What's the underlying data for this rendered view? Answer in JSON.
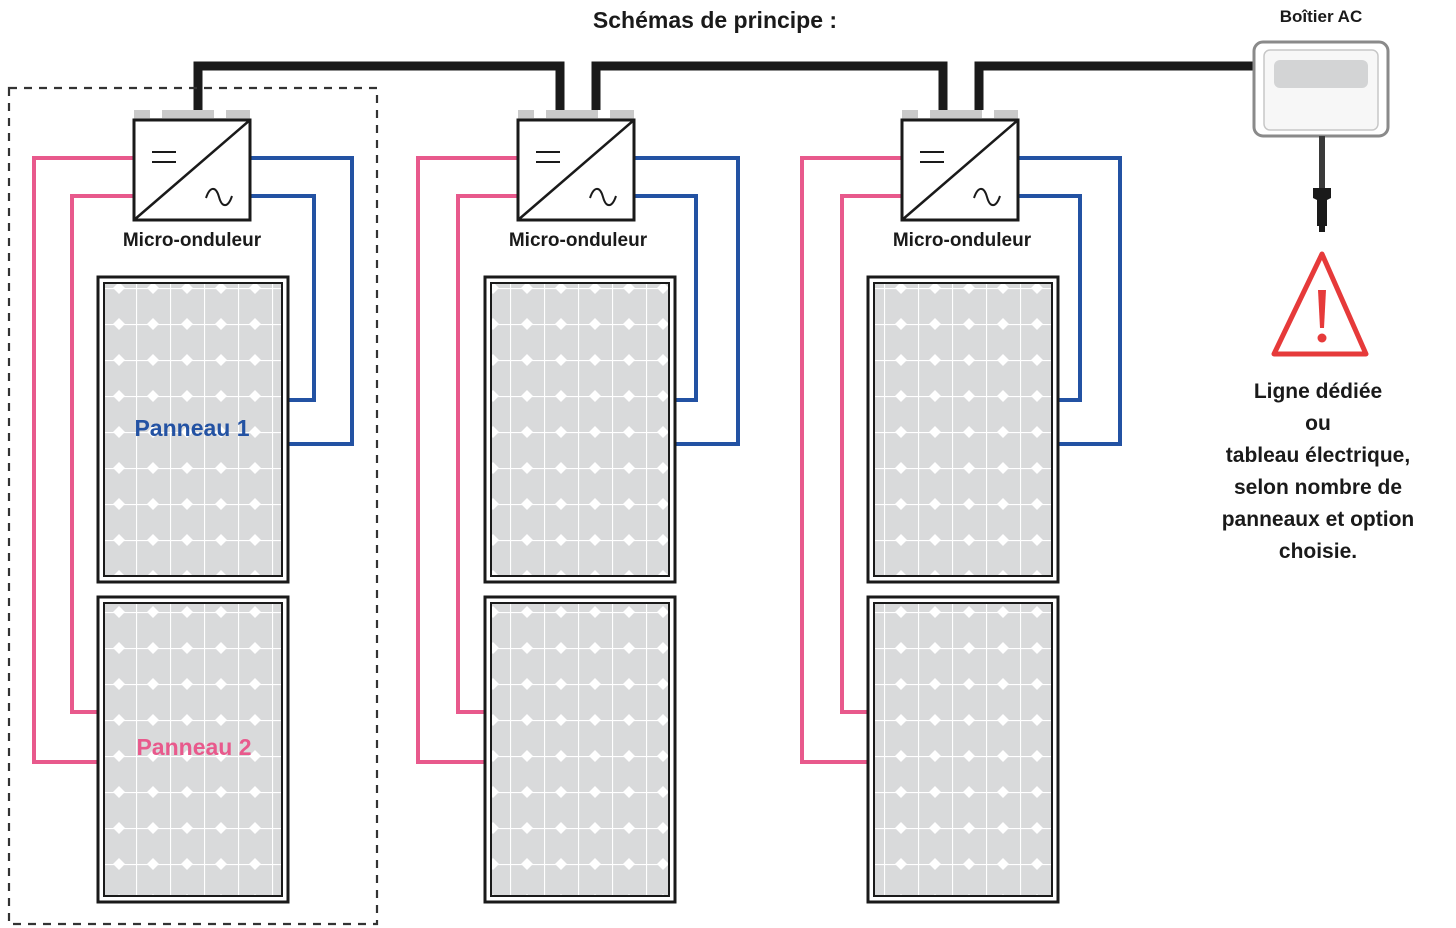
{
  "title": "Schémas de principe :",
  "ac_box": {
    "label": "Boîtier AC"
  },
  "inverters": [
    {
      "label": "Micro-onduleur"
    },
    {
      "label": "Micro-onduleur"
    },
    {
      "label": "Micro-onduleur"
    }
  ],
  "panel_labels": {
    "panel1": "Panneau 1",
    "panel2": "Panneau 2"
  },
  "warning": {
    "lines": [
      "Ligne dédiée",
      "ou",
      "tableau électrique,",
      "selon nombre de",
      "panneaux et option",
      "choisie."
    ]
  },
  "colors": {
    "ac_cable": "#1a1a1a",
    "dc_positive": "#e8598c",
    "dc_negative": "#2352a3",
    "panel_fill": "#d9dadb",
    "panel_border": "#1a1a1a",
    "warning_red": "#e63a3a",
    "panel1_label": "#2352a3",
    "panel2_label": "#e8598c"
  },
  "icons": [
    "dc-symbol-icon",
    "ac-symbol-icon",
    "plug-icon",
    "warning-triangle-icon"
  ]
}
